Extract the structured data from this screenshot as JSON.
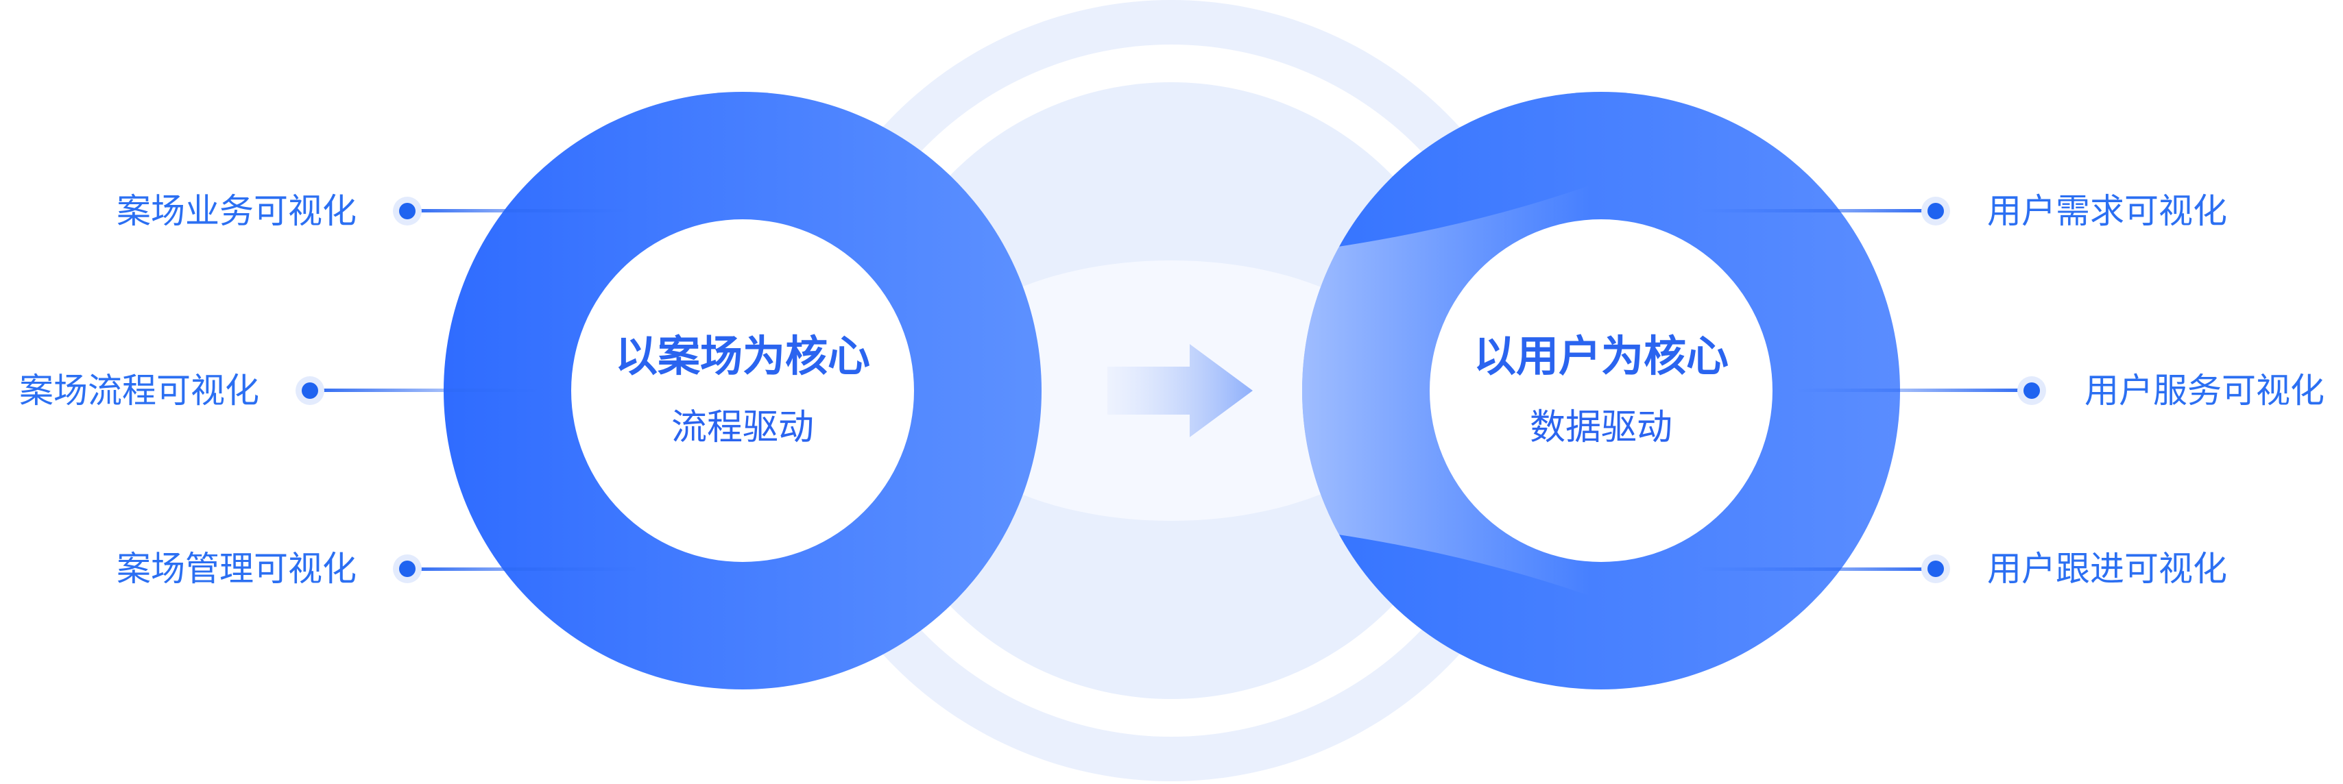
{
  "left_node": {
    "title": "以案场为核心",
    "subtitle": "流程驱动",
    "items": [
      "案场业务可视化",
      "案场流程可视化",
      "案场管理可视化"
    ]
  },
  "right_node": {
    "title": "以用户为核心",
    "subtitle": "数据驱动",
    "items": [
      "用户需求可视化",
      "用户服务可视化",
      "用户跟进可视化"
    ]
  },
  "colors": {
    "primary": "#3d7bff",
    "primary_dark": "#2b66f5",
    "dot": "#1f63f0",
    "text": "#2b6ff2",
    "backdrop": "#e8effd"
  }
}
